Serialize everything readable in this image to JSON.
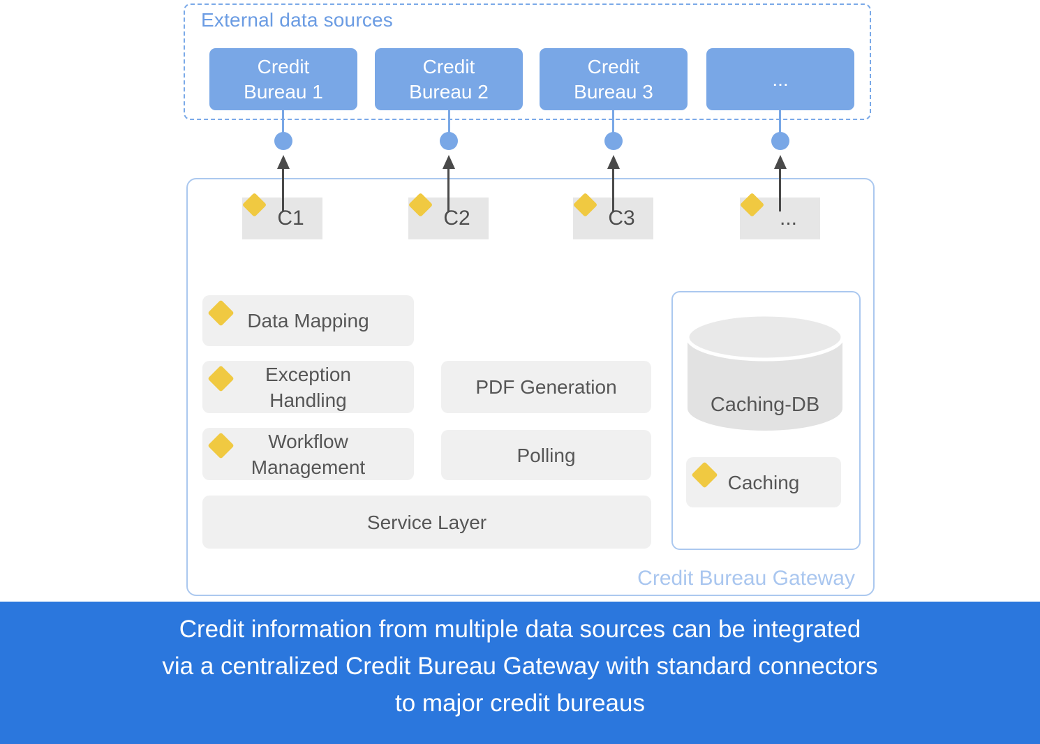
{
  "colors": {
    "bureau_blue": "#79a7e6",
    "banner_blue": "#2b77dd",
    "panel_border_blue": "#abc8ef",
    "external_title_blue": "#6b9ce3",
    "gateway_label_blue": "#a9c6ef",
    "diamond_yellow": "#f0c941",
    "connector_box_gray": "#e6e6e6",
    "feature_box_gray": "#f0f0f0",
    "arrow_gray": "#4a4a4a",
    "text_dark": "#565656"
  },
  "external": {
    "title": "External data sources",
    "bureaus": [
      {
        "label": "Credit\nBureau 1"
      },
      {
        "label": "Credit\nBureau 2"
      },
      {
        "label": "Credit\nBureau 3"
      },
      {
        "label": "..."
      }
    ]
  },
  "gateway": {
    "label": "Credit Bureau Gateway",
    "connectors": [
      {
        "label": "C1"
      },
      {
        "label": "C2"
      },
      {
        "label": "C3"
      },
      {
        "label": "..."
      }
    ],
    "features": {
      "data_mapping": "Data Mapping",
      "exception_handling": "Exception\nHandling",
      "workflow_management": "Workflow\nManagement",
      "pdf_generation": "PDF Generation",
      "polling": "Polling",
      "service_layer": "Service Layer"
    },
    "caching": {
      "db_label": "Caching-DB",
      "feature_label": "Caching"
    }
  },
  "caption": {
    "text": "Credit information from multiple data sources can be integrated\nvia a centralized Credit Bureau Gateway with standard connectors\nto major credit bureaus"
  }
}
